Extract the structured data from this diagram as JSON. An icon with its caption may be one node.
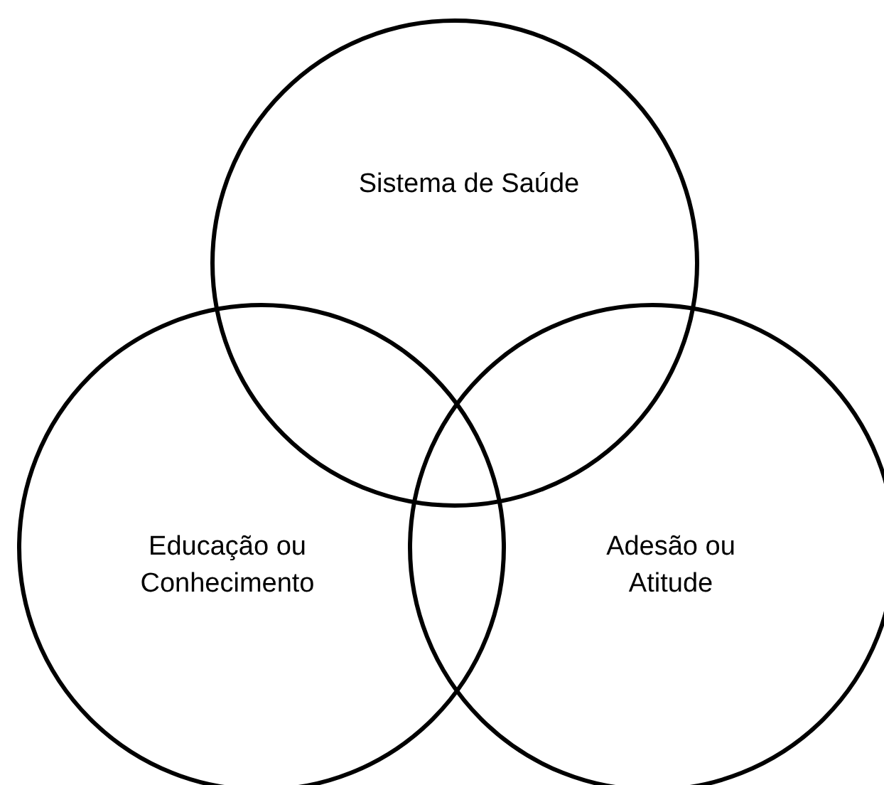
{
  "diagram": {
    "nodes": [
      {
        "text": [
          "Sistema de Saúde"
        ]
      },
      {
        "text": [
          "Educação ou Conhecimento"
        ]
      },
      {
        "text": [
          "Adesão ou Atitude"
        ]
      }
    ]
  }
}
